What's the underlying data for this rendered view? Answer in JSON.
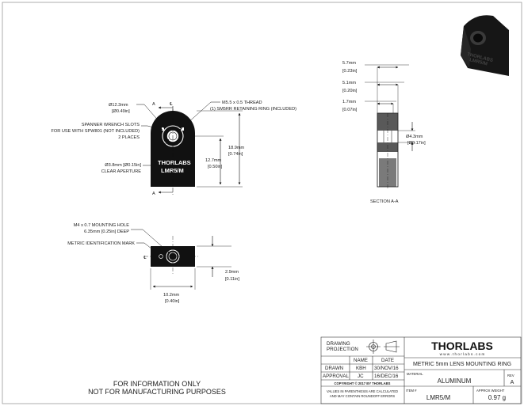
{
  "front_view": {
    "cl_mark": "℄",
    "section_mark": "A",
    "dia_outer": [
      "Ø12.3mm",
      "[Ø0.49in]"
    ],
    "thread": [
      "M5.5 x  0.5 THREAD",
      "(1) SM5RR RETAINING RING (INCLUDED)"
    ],
    "spanner": [
      "SPANNER WRENCH SLOTS",
      "FOR USE WITH SPW801 (NOT INCLUDED)",
      "2 PLACES"
    ],
    "aperture": [
      "Ø3.8mm [Ø0.15in]",
      "CLEAR APERTURE"
    ],
    "height_total": [
      "18.9mm",
      "[0.74in]"
    ],
    "height_center": [
      "12.7mm",
      "[0.50in]"
    ],
    "engraving": [
      "THORLABS",
      "LMR5/M"
    ]
  },
  "section_view": {
    "dims": [
      [
        "5.7mm",
        "[0.23in]"
      ],
      [
        "5.1mm",
        "[0.20in]"
      ],
      [
        "1.7mm",
        "[0.07in]"
      ]
    ],
    "bore": [
      "Ø4.3mm",
      "[Ø0.17in]"
    ],
    "label": "SECTION A-A"
  },
  "bottom_view": {
    "mount_hole": [
      "M4 x 0.7 MOUNTING HOLE",
      "6.35mm [0.25in] DEEP"
    ],
    "id_mark": "METRIC IDENTIFICATION MARK",
    "width": [
      "10.2mm",
      "[0.40in]"
    ],
    "offset": [
      "2.9mm",
      "[0.11in]"
    ]
  },
  "disclaimer": [
    "FOR INFORMATION ONLY",
    "NOT FOR MANUFACTURING PURPOSES"
  ],
  "title_block": {
    "projection_label": [
      "DRAWING",
      "PROJECTION"
    ],
    "col_name": "NAME",
    "col_date": "DATE",
    "drawn_label": "DRAWN",
    "drawn_name": "KBH",
    "drawn_date": "30/NOV/16",
    "approval_label": "APPROVAL",
    "approval_name": "JC",
    "approval_date": "16/DEC/16",
    "copyright": "COPYRIGHT © 2017 BY THORLABS",
    "values_note": [
      "VALUES IN PARENTHESIS ARE CALCULATED",
      "AND MAY CONTAIN ROUNDOFF ERRORS"
    ],
    "logo": "THORLABS",
    "website": "w w w . t h o r l a b s . c o m",
    "title": "METRIC 5mm LENS MOUNTING RING",
    "material_label": "MATERIAL",
    "material": "ALUMINUM",
    "rev_label": "REV",
    "rev": "A",
    "item_label": "ITEM #",
    "item": "LMR5/M",
    "weight_label": "APPROX WEIGHT",
    "weight": "0.97 g"
  },
  "colors": {
    "line": "#111111",
    "part": "#111111",
    "background": "#ffffff"
  }
}
